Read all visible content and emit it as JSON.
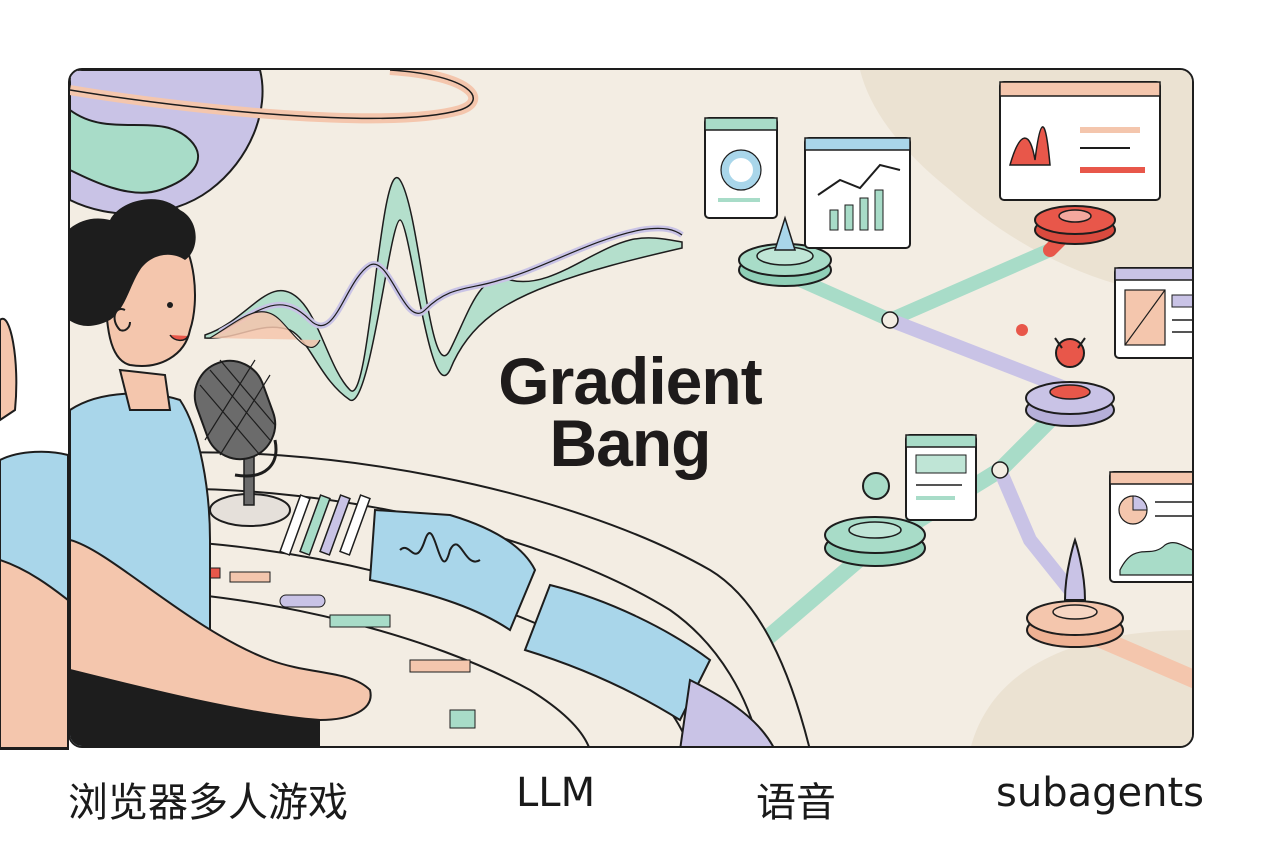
{
  "title": {
    "line1": "Gradient",
    "line2": "Bang"
  },
  "captions": [
    "浏览器多人游戏",
    "LLM",
    "语音",
    "subagents"
  ],
  "colors": {
    "background": "#f3ede3",
    "mint": "#a8dcc8",
    "lavender": "#c9c3e6",
    "peach": "#f4c6ad",
    "coral": "#e8574a",
    "sky": "#a9d6ea",
    "outline": "#1d1d1d"
  }
}
